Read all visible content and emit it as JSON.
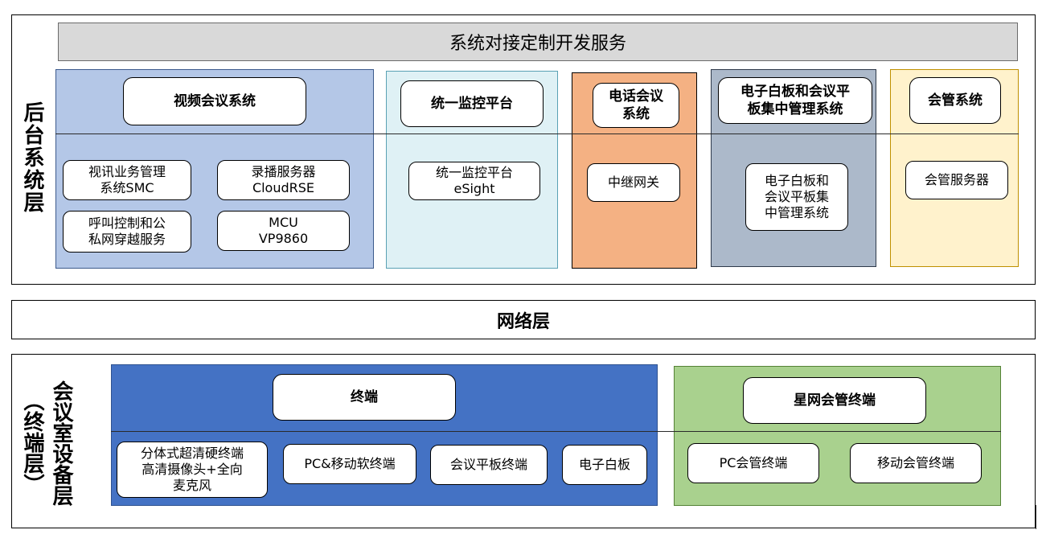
{
  "backend": {
    "title": "后台系统层",
    "dev_service": "系统对接定制开发服务",
    "video": {
      "header": "视频会议系统",
      "items": [
        "视讯业务管理\n系统SMC",
        "录播服务器\nCloudRSE",
        "呼叫控制和公\n私网穿越服务",
        "MCU\nVP9860"
      ]
    },
    "monitor": {
      "header": "统一监控平台",
      "item": "统一监控平台\neSight"
    },
    "phone": {
      "header": "电话会议\n系统",
      "item": "中继网关"
    },
    "whiteboard": {
      "header": "电子白板和会议平\n板集中管理系统",
      "item": "电子白板和\n会议平板集\n中管理系统"
    },
    "meeting_mgmt": {
      "header": "会管系统",
      "item": "会管服务器"
    }
  },
  "network": {
    "title": "网络层"
  },
  "terminal": {
    "title_main": "会议室设备层",
    "title_sub": "（终端层）",
    "terminals": {
      "header": "终端",
      "items": [
        "分体式超清硬终端\n高清摄像头+全向\n麦克风",
        "PC&移动软终端",
        "会议平板终端",
        "电子白板"
      ]
    },
    "star": {
      "header": "星网会管终端",
      "items": [
        "PC会管终端",
        "移动会管终端"
      ]
    }
  },
  "colors": {
    "dev_bar": "#d9d9d9",
    "video_panel": "#b4c7e7",
    "monitor_panel": "#dff1f5",
    "phone_panel": "#f4b183",
    "whiteboard_panel": "#acb9ca",
    "meeting_panel": "#fff2cc",
    "terminal_panel": "#4472c4",
    "star_panel": "#a9d18e"
  }
}
